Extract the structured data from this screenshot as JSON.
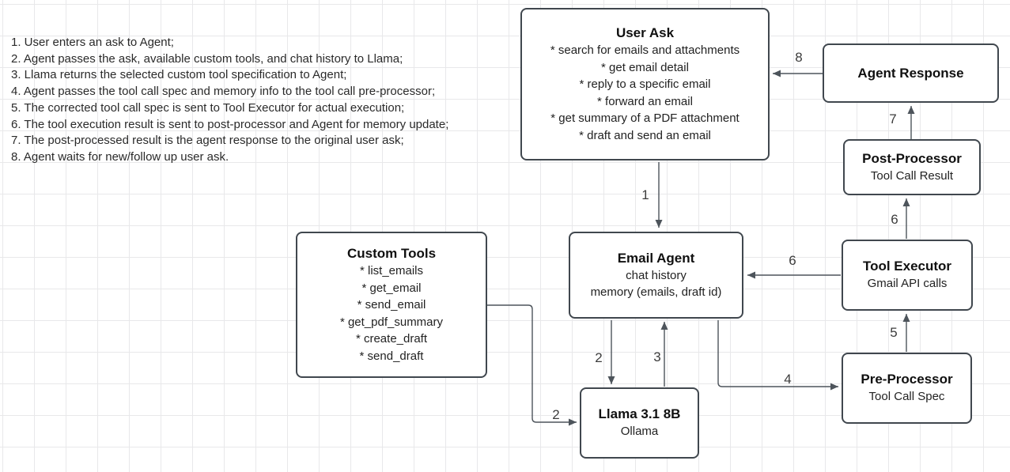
{
  "notes": {
    "items": [
      "1. User enters an ask to Agent;",
      "2. Agent passes the ask, available custom tools, and chat history to Llama;",
      "3. Llama returns the selected custom tool specification to Agent;",
      "4. Agent passes the tool call spec and memory info to the tool call pre-processor;",
      "5. The corrected tool call spec is sent to Tool Executor for actual execution;",
      "6. The tool execution result is sent to post-processor and Agent for memory update;",
      "7. The post-processed result is the agent response to the original user ask;",
      "8. Agent waits for new/follow up user ask."
    ]
  },
  "boxes": {
    "user_ask": {
      "title": "User Ask",
      "items": [
        "* search for emails and attachments",
        "* get email detail",
        "* reply to a specific email",
        "* forward an email",
        "* get summary of a PDF attachment",
        "* draft and send an email"
      ]
    },
    "custom_tools": {
      "title": "Custom Tools",
      "items": [
        "* list_emails",
        "* get_email",
        "* send_email",
        "* get_pdf_summary",
        "* create_draft",
        "* send_draft"
      ]
    },
    "email_agent": {
      "title": "Email Agent",
      "lines": [
        "chat history",
        "memory (emails, draft id)"
      ]
    },
    "llama": {
      "title": "Llama 3.1 8B",
      "subtitle": "Ollama"
    },
    "agent_response": {
      "title": "Agent Response"
    },
    "post_processor": {
      "title": "Post-Processor",
      "subtitle": "Tool Call Result"
    },
    "tool_executor": {
      "title": "Tool Executor",
      "subtitle": "Gmail API calls"
    },
    "pre_processor": {
      "title": "Pre-Processor",
      "subtitle": "Tool Call Spec"
    }
  },
  "edge_labels": {
    "step1": "1",
    "step2_agent_to_llama": "2",
    "step2_tools_to_llama": "2",
    "step3": "3",
    "step4": "4",
    "step5": "5",
    "step6_to_post": "6",
    "step6_to_agent": "6",
    "step7": "7",
    "step8": "8"
  },
  "colors": {
    "box_border": "#40474e",
    "arrow": "#4d545b",
    "grid": "#e8e8ea",
    "background": "#ffffff"
  }
}
